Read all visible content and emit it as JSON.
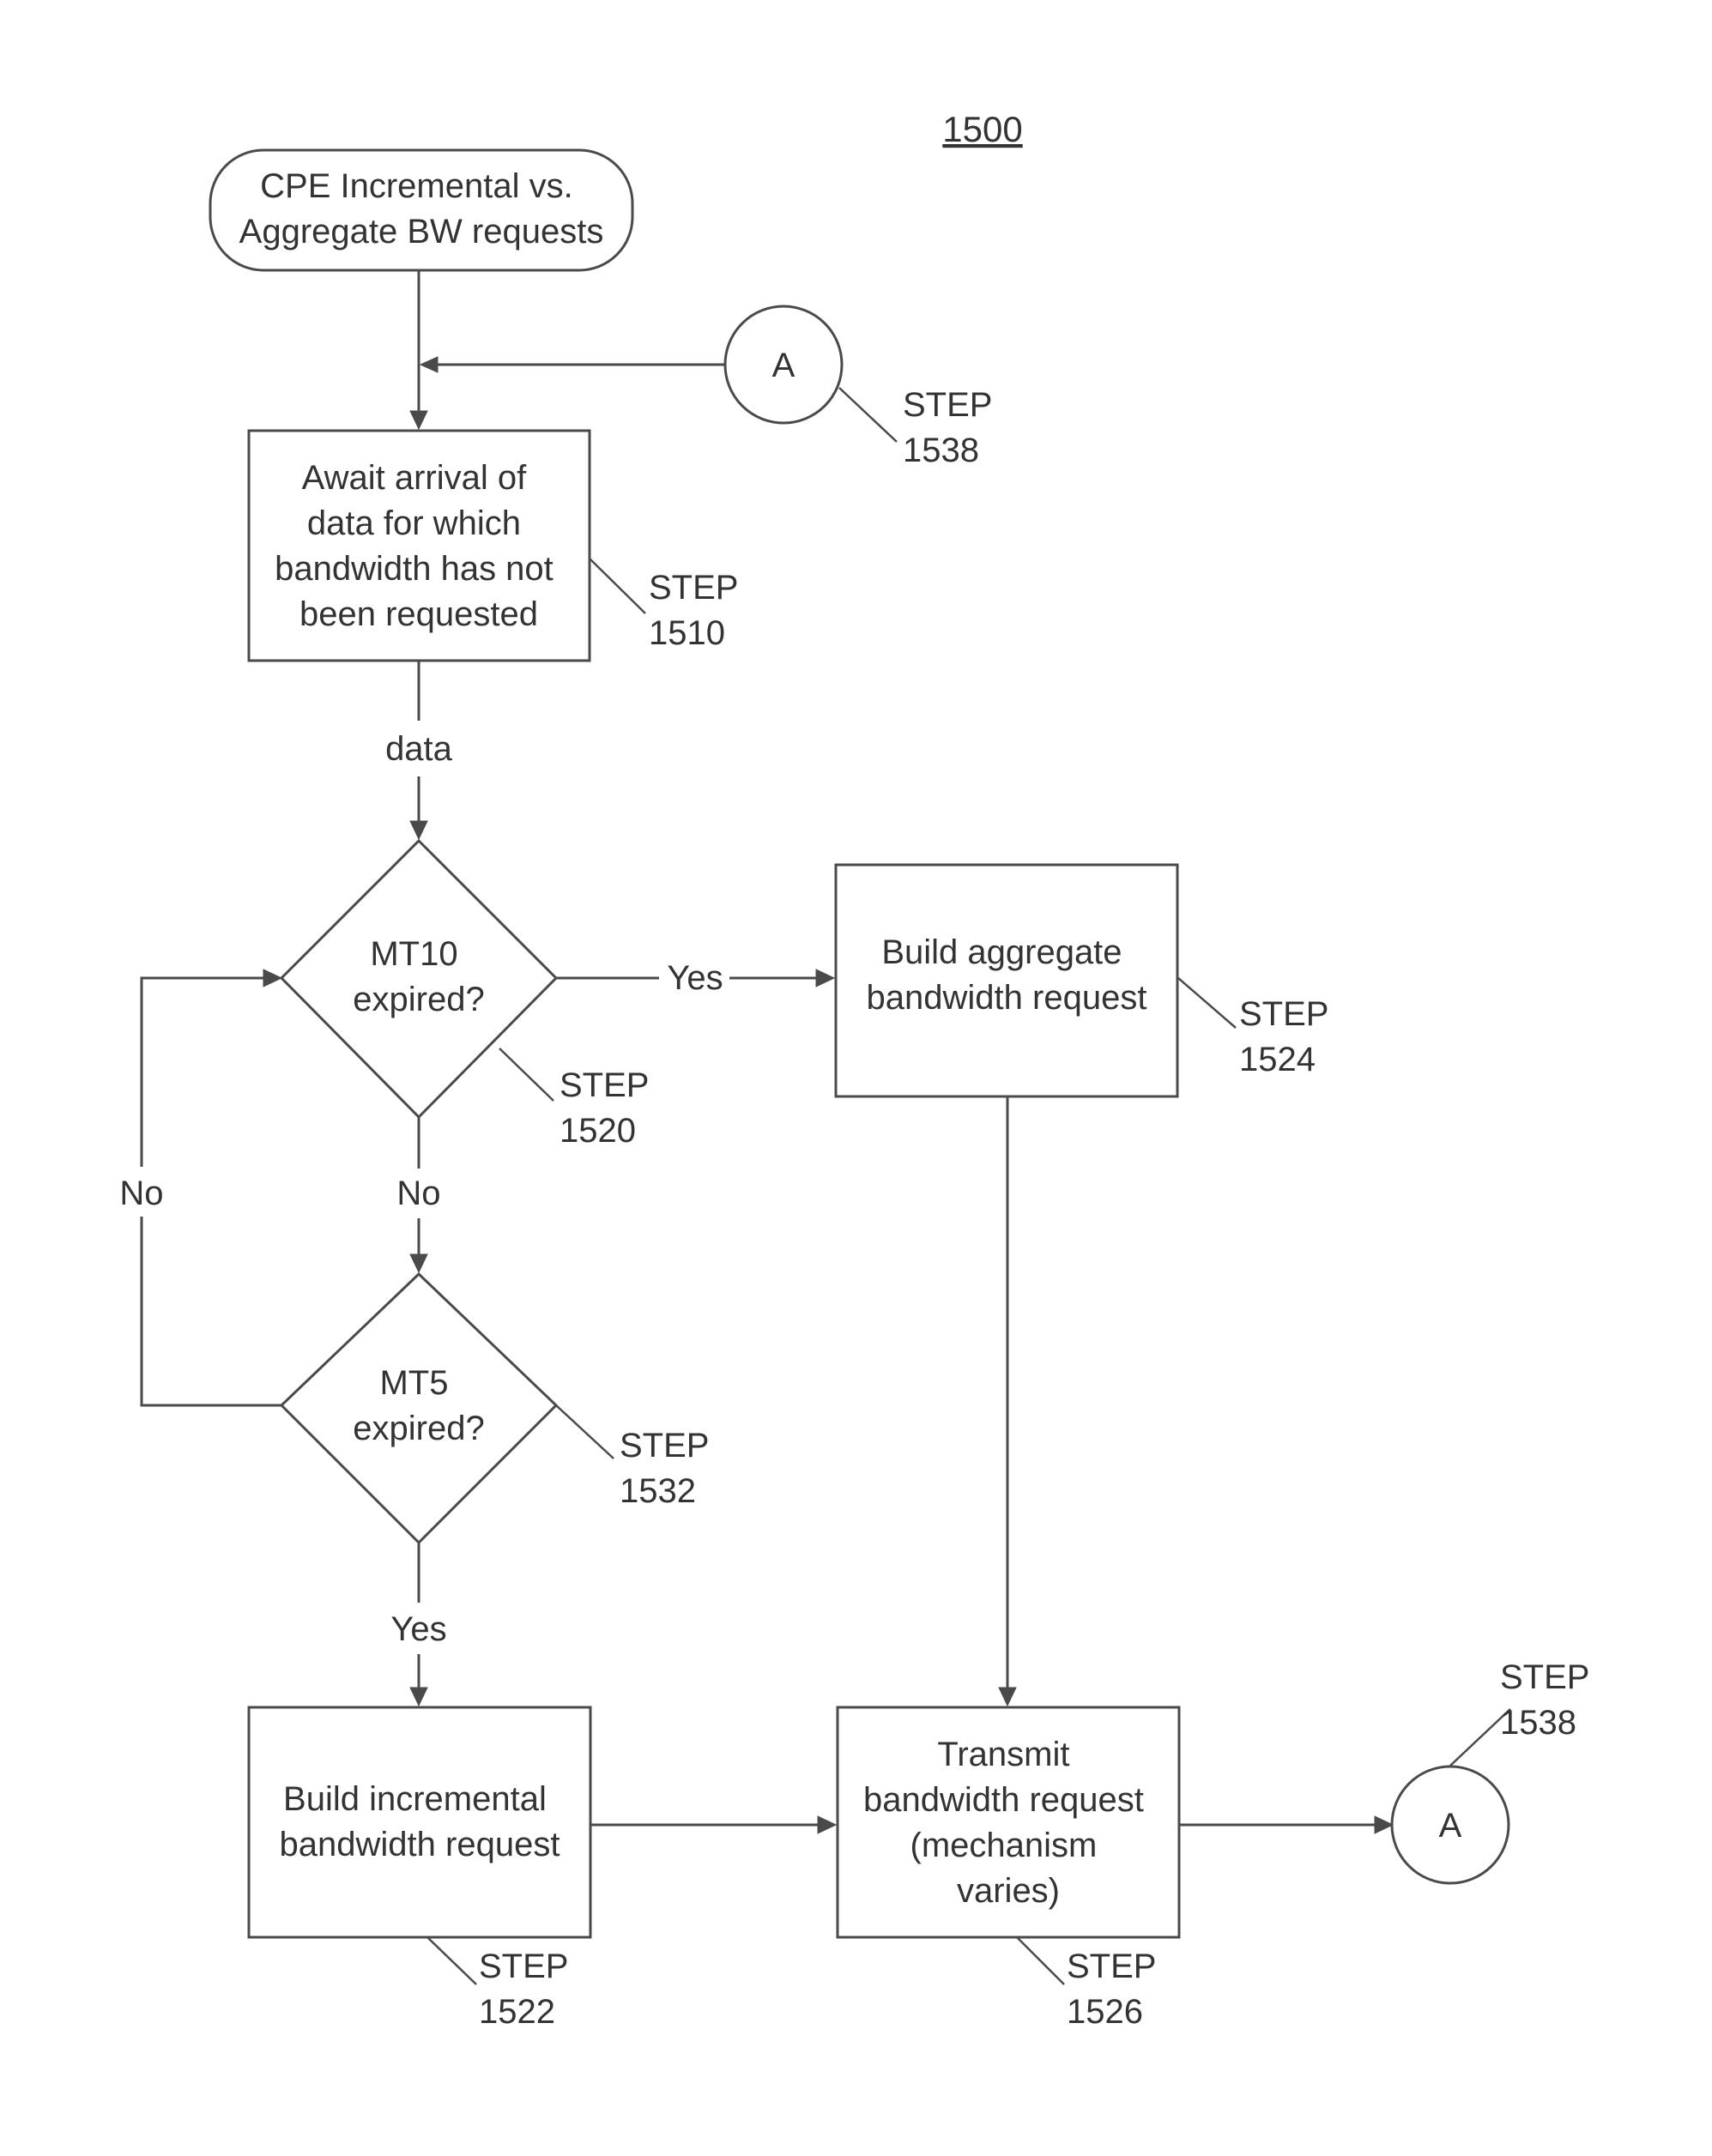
{
  "figure": {
    "number": "1500"
  },
  "nodes": {
    "start": {
      "lines": [
        "CPE Incremental vs.",
        "Aggregate BW requests"
      ]
    },
    "await": {
      "lines": [
        "Await arrival of",
        "data for which",
        "bandwidth has not",
        "been requested"
      ]
    },
    "mt10": {
      "lines": [
        "MT10",
        "expired?"
      ]
    },
    "mt5": {
      "lines": [
        "MT5",
        "expired?"
      ]
    },
    "build_aggregate": {
      "lines": [
        "Build aggregate",
        "bandwidth request"
      ]
    },
    "build_incremental": {
      "lines": [
        "Build incremental",
        "bandwidth request"
      ]
    },
    "transmit": {
      "lines": [
        "Transmit",
        "bandwidth request",
        "(mechanism",
        "varies)"
      ]
    },
    "connector_top": {
      "label": "A"
    },
    "connector_bottom": {
      "label": "A"
    }
  },
  "edge_labels": {
    "data": "data",
    "mt10_yes": "Yes",
    "mt10_no": "No",
    "mt5_no": "No",
    "mt5_yes": "Yes"
  },
  "step_refs": {
    "s1538_top": [
      "STEP",
      "1538"
    ],
    "s1510": [
      "STEP",
      "1510"
    ],
    "s1524": [
      "STEP",
      "1524"
    ],
    "s1520": [
      "STEP",
      "1520"
    ],
    "s1532": [
      "STEP",
      "1532"
    ],
    "s1538_bottom": [
      "STEP",
      "1538"
    ],
    "s1522": [
      "STEP",
      "1522"
    ],
    "s1526": [
      "STEP",
      "1526"
    ]
  }
}
